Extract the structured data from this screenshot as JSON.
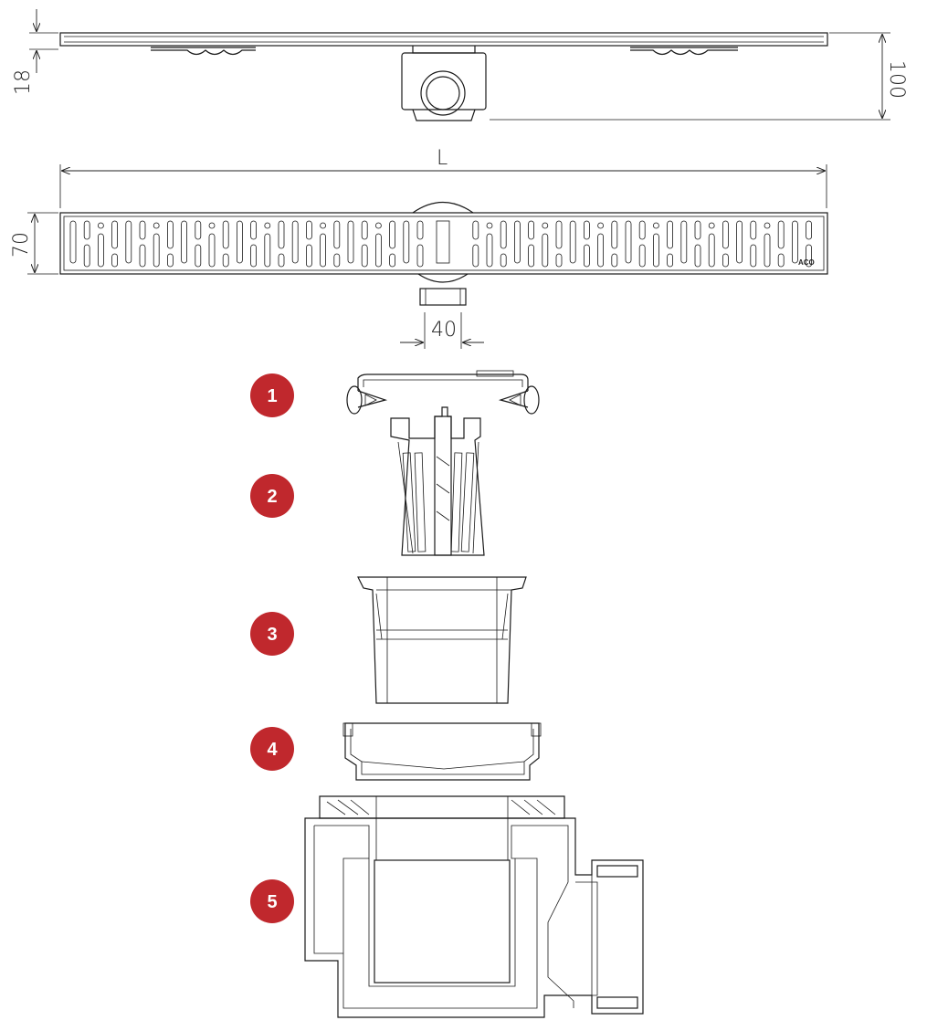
{
  "dimensions": {
    "grate_thickness": "18",
    "total_height": "100",
    "length": "L",
    "width": "70",
    "outlet": "40"
  },
  "grate_brand": "ACO",
  "parts": [
    {
      "number": "1"
    },
    {
      "number": "2"
    },
    {
      "number": "3"
    },
    {
      "number": "4"
    },
    {
      "number": "5"
    }
  ],
  "colors": {
    "badge": "#c0282d",
    "line": "#1a1a1a"
  }
}
